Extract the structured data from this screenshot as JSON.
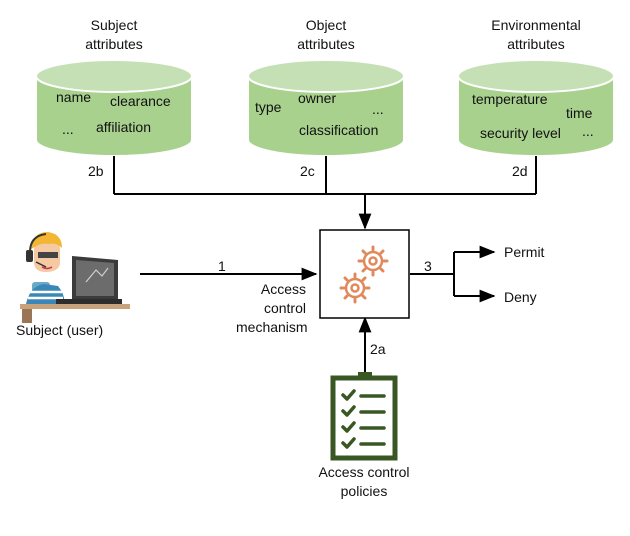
{
  "attributes": {
    "subject": {
      "title": [
        "Subject",
        "attributes"
      ],
      "items": [
        "name",
        "clearance",
        "...",
        "affiliation"
      ],
      "edge_label": "2b"
    },
    "object": {
      "title": [
        "Object",
        "attributes"
      ],
      "items": [
        "type",
        "owner",
        "...",
        "classification"
      ],
      "edge_label": "2c"
    },
    "environmental": {
      "title": [
        "Environmental",
        "attributes"
      ],
      "items": [
        "temperature",
        "time",
        "security level",
        "..."
      ],
      "edge_label": "2d"
    }
  },
  "subject_user": {
    "label": "Subject (user)",
    "edge_label": "1"
  },
  "mechanism": {
    "label": [
      "Access",
      "control",
      "mechanism"
    ]
  },
  "policies": {
    "label": [
      "Access control",
      "policies"
    ],
    "edge_label": "2a"
  },
  "decision": {
    "edge_label": "3",
    "outcomes": [
      "Permit",
      "Deny"
    ]
  },
  "colors": {
    "cylinder_fill": "#a9d18e",
    "cylinder_top": "#c5e0b4",
    "cylinder_stroke": "#ffffff",
    "gear": "#e08a5c",
    "policy_icon": "#385723"
  },
  "icons": {
    "mechanism": "gears-icon",
    "policies": "checklist-icon",
    "user": "user-at-laptop-icon"
  }
}
